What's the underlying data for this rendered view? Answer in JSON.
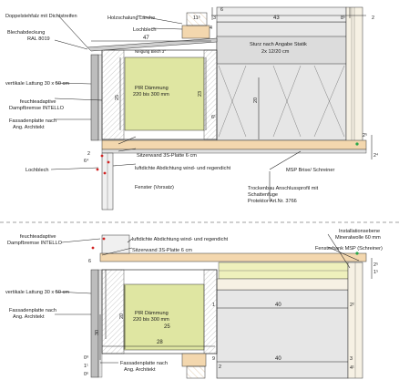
{
  "labels": {
    "doppelstehfalz": "Doppelstehfalz mit Dichtstreifen",
    "holzschalung": "Holzschalung Lärche",
    "blechabdeckung_1": "Blechabdeckung",
    "blechabdeckung_2": "RAL 8019",
    "lochblech_top": "Lochblech",
    "sturz": "Sturz nach Angabe Statik",
    "sturz_size": "2x 12/20 cm",
    "neigung": "Neigung Blech 3°",
    "lattung_top": "vertikale Lattung 30 x 50 cm",
    "pir_top_1": "PIR Dämmung",
    "pir_top_2": "220 bis 300 mm",
    "dampf_top_1": "feuchteadaptive",
    "dampf_top_2": "Dampfbremse INTELLO",
    "fassade_top_1": "Fassadenplatte nach",
    "fassade_top_2": "Ang. Architekt",
    "sitzer_top": "Sitzerwand 3S-Platte 6 cm",
    "luftdicht_top": "luftdichte Abdichtung wind- und regendicht",
    "msp": "MSP Brise/ Schreiner",
    "lochblech_mid": "Lochblech",
    "fenster": "Fenster (Vorsatz)",
    "trocken_1": "Trockenbau Anschlussprofil mit",
    "trocken_2": "Schattenfuge",
    "trocken_3": "Protektor Art.Nr. 3766",
    "dampf_bot_1": "feuchteadaptive",
    "dampf_bot_2": "Dampfbremse INTELLO",
    "luftdicht_bot": "luftdichte Abdichtung wind- und regendicht",
    "install_1": "Installationsebene",
    "install_2": "Mineralwolle 60 mm",
    "fensterbank": "Fensterbank MSP (Schreiner)",
    "sitzer_bot": "Sitzerwand 3S-Platte 6 cm",
    "lattung_bot": "vertikale Lattung 30 x 50 cm",
    "fassade_bot_1": "Fassadenplatte nach",
    "fassade_bot_2": "Ang. Architekt",
    "pir_bot_1": "PIR Dämmung",
    "pir_bot_2": "220 bis 300 mm",
    "fassade_bot2_1": "Fassadenplatte nach",
    "fassade_bot2_2": "Ang. Architekt"
  },
  "dims": {
    "top_47": "47",
    "top_43": "43",
    "top_3": "3",
    "top_117": "11⁵",
    "top_82": "8⁵",
    "top_2": "2",
    "top_6": "6",
    "top_4": "4",
    "top_25": "25",
    "top_23": "23",
    "top_20": "20",
    "top_61": "6¹",
    "top_25b": "2⁵",
    "mid_24": "2⁴",
    "mid_2": "2",
    "mid_64": "6⁴",
    "mid_25": "2⁵",
    "mid_15": "1⁵",
    "bot_6": "6",
    "bot_20": "20",
    "bot_25": "25",
    "bot_28": "28",
    "bot_30": "30",
    "bot_40a": "40",
    "bot_40b": "40",
    "bot_1": "1",
    "bot_22": "2²",
    "bot_9": "9",
    "bot_3": "3",
    "bot_41": "4¹",
    "bot_2": "2",
    "bot_09": "0⁹",
    "bot_11": "1¹",
    "bot_06": "0⁶"
  },
  "colors": {
    "insulation": "#dfe6a2",
    "masonry": "#e6e6e6",
    "timber": "#f3d7ae",
    "mineral": "#eef0bc",
    "red": "#d22222",
    "line": "#222222"
  }
}
